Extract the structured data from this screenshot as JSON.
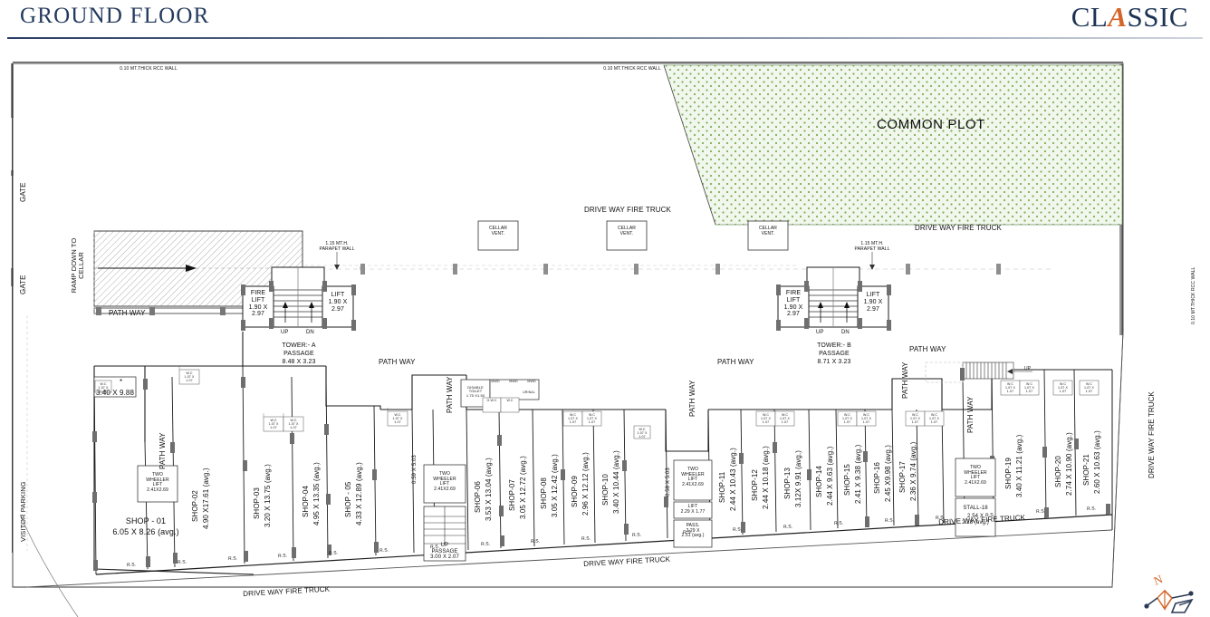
{
  "header": {
    "title": "GROUND FLOOR",
    "brand_prefix": "CL",
    "brand_accent": "A",
    "brand_suffix": "SSIC",
    "accent_color": "#d4662a",
    "title_color": "#243a5e"
  },
  "plan": {
    "common_plot": "COMMON PLOT",
    "wall_note_left": "0.10 MT.THICK RCC WALL",
    "wall_note_mid": "0.10 MT.THICK RCC WALL",
    "wall_note_right": "0.10 MT.THICK RCC WALL",
    "gate_upper": "GATE",
    "gate_lower": "GATE",
    "visitor_parking": "VISITOR PARKING",
    "ramp_label": "RAMP DOWN TO\nCELLAR",
    "driveway_top": "DRIVE WAY FIRE TRUCK",
    "driveway_top_right": "DRIVE WAY FIRE TRUCK",
    "driveway_right_vertical": "DRIVE WAY FIRE TRUCK",
    "driveway_bottom_left": "DRIVE WAY FIRE TRUCK",
    "driveway_bottom_mid": "DRIVE WAY FIRE TRUCK",
    "driveway_bottom_right": "DRIVE WAY FIRE TRUCK",
    "cellar_vents": [
      "CELLAR\nVENT.",
      "CELLAR\nVENT.",
      "CELLAR\nVENT."
    ],
    "parapet_a": "1.15 MT.H.\nPARAPET WALL",
    "parapet_b": "1.15 MT.H.\nPARAPET WALL",
    "path_ways": [
      "PATH WAY",
      "PATH WAY",
      "PATH WAY",
      "PATH WAY",
      "PATH WAY",
      "PATH WAY",
      "PATH WAY",
      "PATH WAY"
    ],
    "towers": [
      {
        "name": "TOWER:- A",
        "passage_label": "PASSAGE",
        "passage_size": "8.48 X 3.23",
        "fire_lift": "FIRE\nLIFT\n1.90 X\n2.97",
        "lift": "LIFT\n1.90 X\n2.97",
        "up": "UP",
        "dn": "DN"
      },
      {
        "name": "TOWER:- B",
        "passage_label": "PASSAGE",
        "passage_size": "8.71 X 3.23",
        "fire_lift": "FIRE\nLIFT\n1.90 X\n2.97",
        "lift": "LIFT\n1.90 X\n2.97",
        "up": "UP",
        "dn": "DN"
      }
    ],
    "two_wheeler_lifts": [
      "TWO\nWHEELER\nLIFT\n2.41X2.69",
      "TWO\nWHEELER\nLIFT\n2.41X2.69",
      "TWO\nWHEELER\nLIFT\n2.41X2.69",
      "TWO\nWHEELER\nLIFT\n2.41X2.69"
    ],
    "up_passage": "UP\nPASSAGE\n3.00 X 2.07",
    "up_stair_right": "UP",
    "small_lift": "LIFT\n2.29 X 1.77",
    "small_pass": "PASS.\n2.29 X\n2.51 (avg.)",
    "disable_toilet": "DISABLE\nTOILET\n1.75 X1.50",
    "corner_dim": "3.40 X 9.88",
    "corner_star": "*",
    "vertical_dim_a": "0.58 X 5.03",
    "vertical_dim_b": "0.59 X 5.03",
    "rs_label": "R.S.",
    "rs_count": 20,
    "toilet_blocks": [
      "MWD",
      "MWD",
      "MWD",
      "G.W.C",
      "W.C",
      "URINAL",
      "W.C",
      "W.C",
      "W.C",
      "W.C"
    ],
    "wc_small": "W.C\n1.07 X\n1.07",
    "door_tag": "D1",
    "vent_tag": "V"
  },
  "shops": [
    {
      "name": "SHOP - 01",
      "size": "6.05 X 8.26 (avg.)",
      "orient": "horizontal"
    },
    {
      "name": "SHOP-02",
      "size": "4.90 X17.61 (avg.)",
      "orient": "vertical"
    },
    {
      "name": "SHOP-03",
      "size": "3.20 X 13.75 (avg.)",
      "orient": "vertical"
    },
    {
      "name": "SHOP-04",
      "size": "4.95 X 13.35 (avg.)",
      "orient": "vertical"
    },
    {
      "name": "SHOP - 05",
      "size": "4.33 X 12.89 (avg.)",
      "orient": "vertical"
    },
    {
      "name": "SHOP-06",
      "size": "3.53 X 13.04 (avg.)",
      "orient": "vertical"
    },
    {
      "name": "SHOP-07",
      "size": "3.05 X 12.72 (avg.)",
      "orient": "vertical"
    },
    {
      "name": "SHOP-08",
      "size": "3.05 X 12.42 (avg.)",
      "orient": "vertical"
    },
    {
      "name": "SHOP-09",
      "size": "2.96 X 12.12 (avg.)",
      "orient": "vertical"
    },
    {
      "name": "SHOP-10",
      "size": "3.40 X 10.44 (avg.)",
      "orient": "vertical"
    },
    {
      "name": "SHOP-11",
      "size": "2.44 X 10.43 (avg.)",
      "orient": "vertical"
    },
    {
      "name": "SHOP-12",
      "size": "2.44 X 10.18 (avg.)",
      "orient": "vertical"
    },
    {
      "name": "SHOP-13",
      "size": "3.12X 9.91 (avg.)",
      "orient": "vertical"
    },
    {
      "name": "SHOP-14",
      "size": "2.44 X 9.63 (avg.)",
      "orient": "vertical"
    },
    {
      "name": "SHOP-15",
      "size": "2.41 X 9.38 (avg.)",
      "orient": "vertical"
    },
    {
      "name": "SHOP-16",
      "size": "2.45 X9.98 (avg.)",
      "orient": "vertical"
    },
    {
      "name": "SHOP-17",
      "size": "2.36 X 9.74 (avg.)",
      "orient": "vertical"
    },
    {
      "name": "STALL-18",
      "size": "2.54 X\n2.23 (avg.)",
      "orient": "box"
    },
    {
      "name": "SHOP-19",
      "size": "3.40 X 11.21 (avg.)",
      "orient": "vertical"
    },
    {
      "name": "SHOP-20",
      "size": "2.74 X 10.90 (avg.)",
      "orient": "vertical"
    },
    {
      "name": "SHOP-21",
      "size": "2.60 X 10.63 (avg.)",
      "orient": "vertical"
    }
  ],
  "compass": {
    "north_label": "N",
    "north_color": "#d4662a",
    "body_color": "#2b3a55"
  },
  "colors": {
    "line": "#1a1a1a",
    "thin_line": "#555555",
    "green_plot": "#eef6ea",
    "green_dot": "#6fa24b",
    "hatch": "#9a9a9a"
  }
}
